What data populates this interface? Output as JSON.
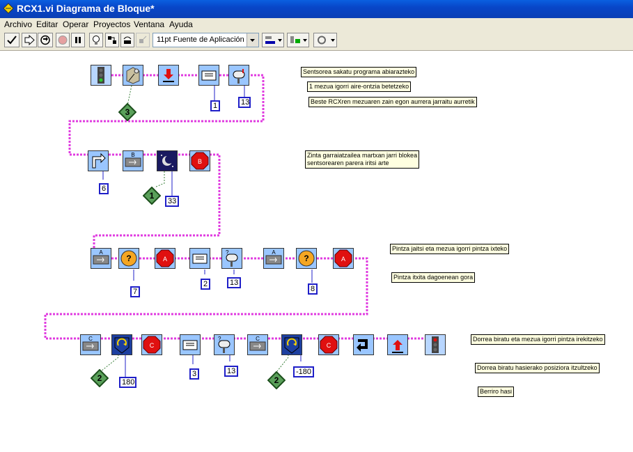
{
  "window": {
    "title": "RCX1.vi Diagrama de Bloque*"
  },
  "menu": [
    "Archivo",
    "Editar",
    "Operar",
    "Proyectos",
    "Ventana",
    "Ayuda"
  ],
  "toolbar": {
    "font": "11pt Fuente de Aplicación"
  },
  "constants": {
    "c1": "1",
    "c13a": "13",
    "c6": "6",
    "c33": "33",
    "c7": "7",
    "c2": "2",
    "c13b": "13",
    "c8": "8",
    "c180": "180",
    "c3": "3",
    "c13c": "13",
    "cm180": "-180"
  },
  "diamonds": {
    "d1": "3",
    "d2": "1",
    "d3": "2",
    "d4": "2"
  },
  "node_letters": {
    "b": "B",
    "a": "A",
    "c": "C"
  },
  "comments": {
    "l1": "Sentsorea sakatu programa abiarazteko",
    "l2": "1 mezua igorri aire-ontzia betetzeko",
    "l3": "Beste RCXren mezuaren zain egon aurrera jarraitu aurretik",
    "l4a": "Zinta garraiatzailea martxan jarri blokea",
    "l4b": "sentsorearen parera iritsi arte",
    "l5": "Pintza jaitsi eta mezua igorri pintza ixteko",
    "l6": "Pintza itxita dagoenean gora",
    "l7": "Dorrea biratu eta mezua igorri pintza irekitzeko",
    "l8": "Dorrea biratu hasierako posiziora itzultzeko",
    "l9": "Berriro hasi"
  }
}
